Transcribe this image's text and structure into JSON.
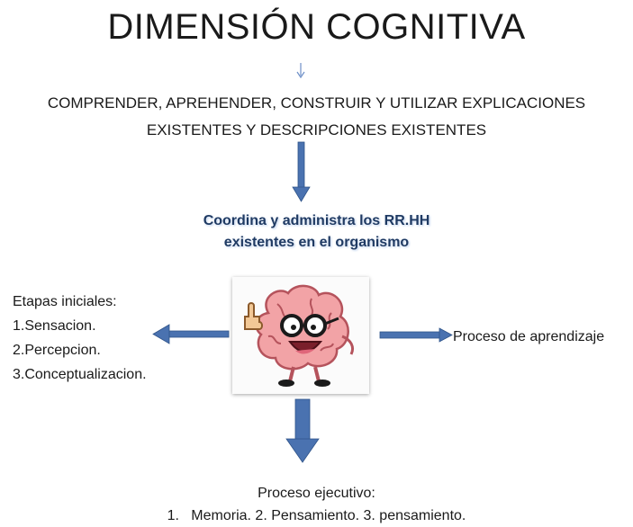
{
  "title": "DIMENSIÓN COGNITIVA",
  "top_box": {
    "line1": "COMPRENDER, APREHENDER, CONSTRUIR Y UTILIZAR EXPLICACIONES",
    "line2": "EXISTENTES Y DESCRIPCIONES EXISTENTES"
  },
  "center_heading": {
    "line1": "Coordina y administra los RR.HH",
    "line2": "existentes en el organismo"
  },
  "center_image": {
    "icon": "cartoon-brain-thumbs-up"
  },
  "left_node": {
    "heading": "Etapas iniciales:",
    "items": [
      "1.Sensacion.",
      "2.Percepcion.",
      "3.Conceptualizacion."
    ]
  },
  "right_node": {
    "label": "Proceso de aprendizaje"
  },
  "bottom_node": {
    "heading": "Proceso ejecutivo:",
    "items_line": "1.   Memoria. 2. Pensamiento. 3. pensamiento."
  },
  "colors": {
    "arrow": "#4a72b0",
    "subtitle_text": "#1f3a63",
    "text": "#1a1a1a"
  }
}
